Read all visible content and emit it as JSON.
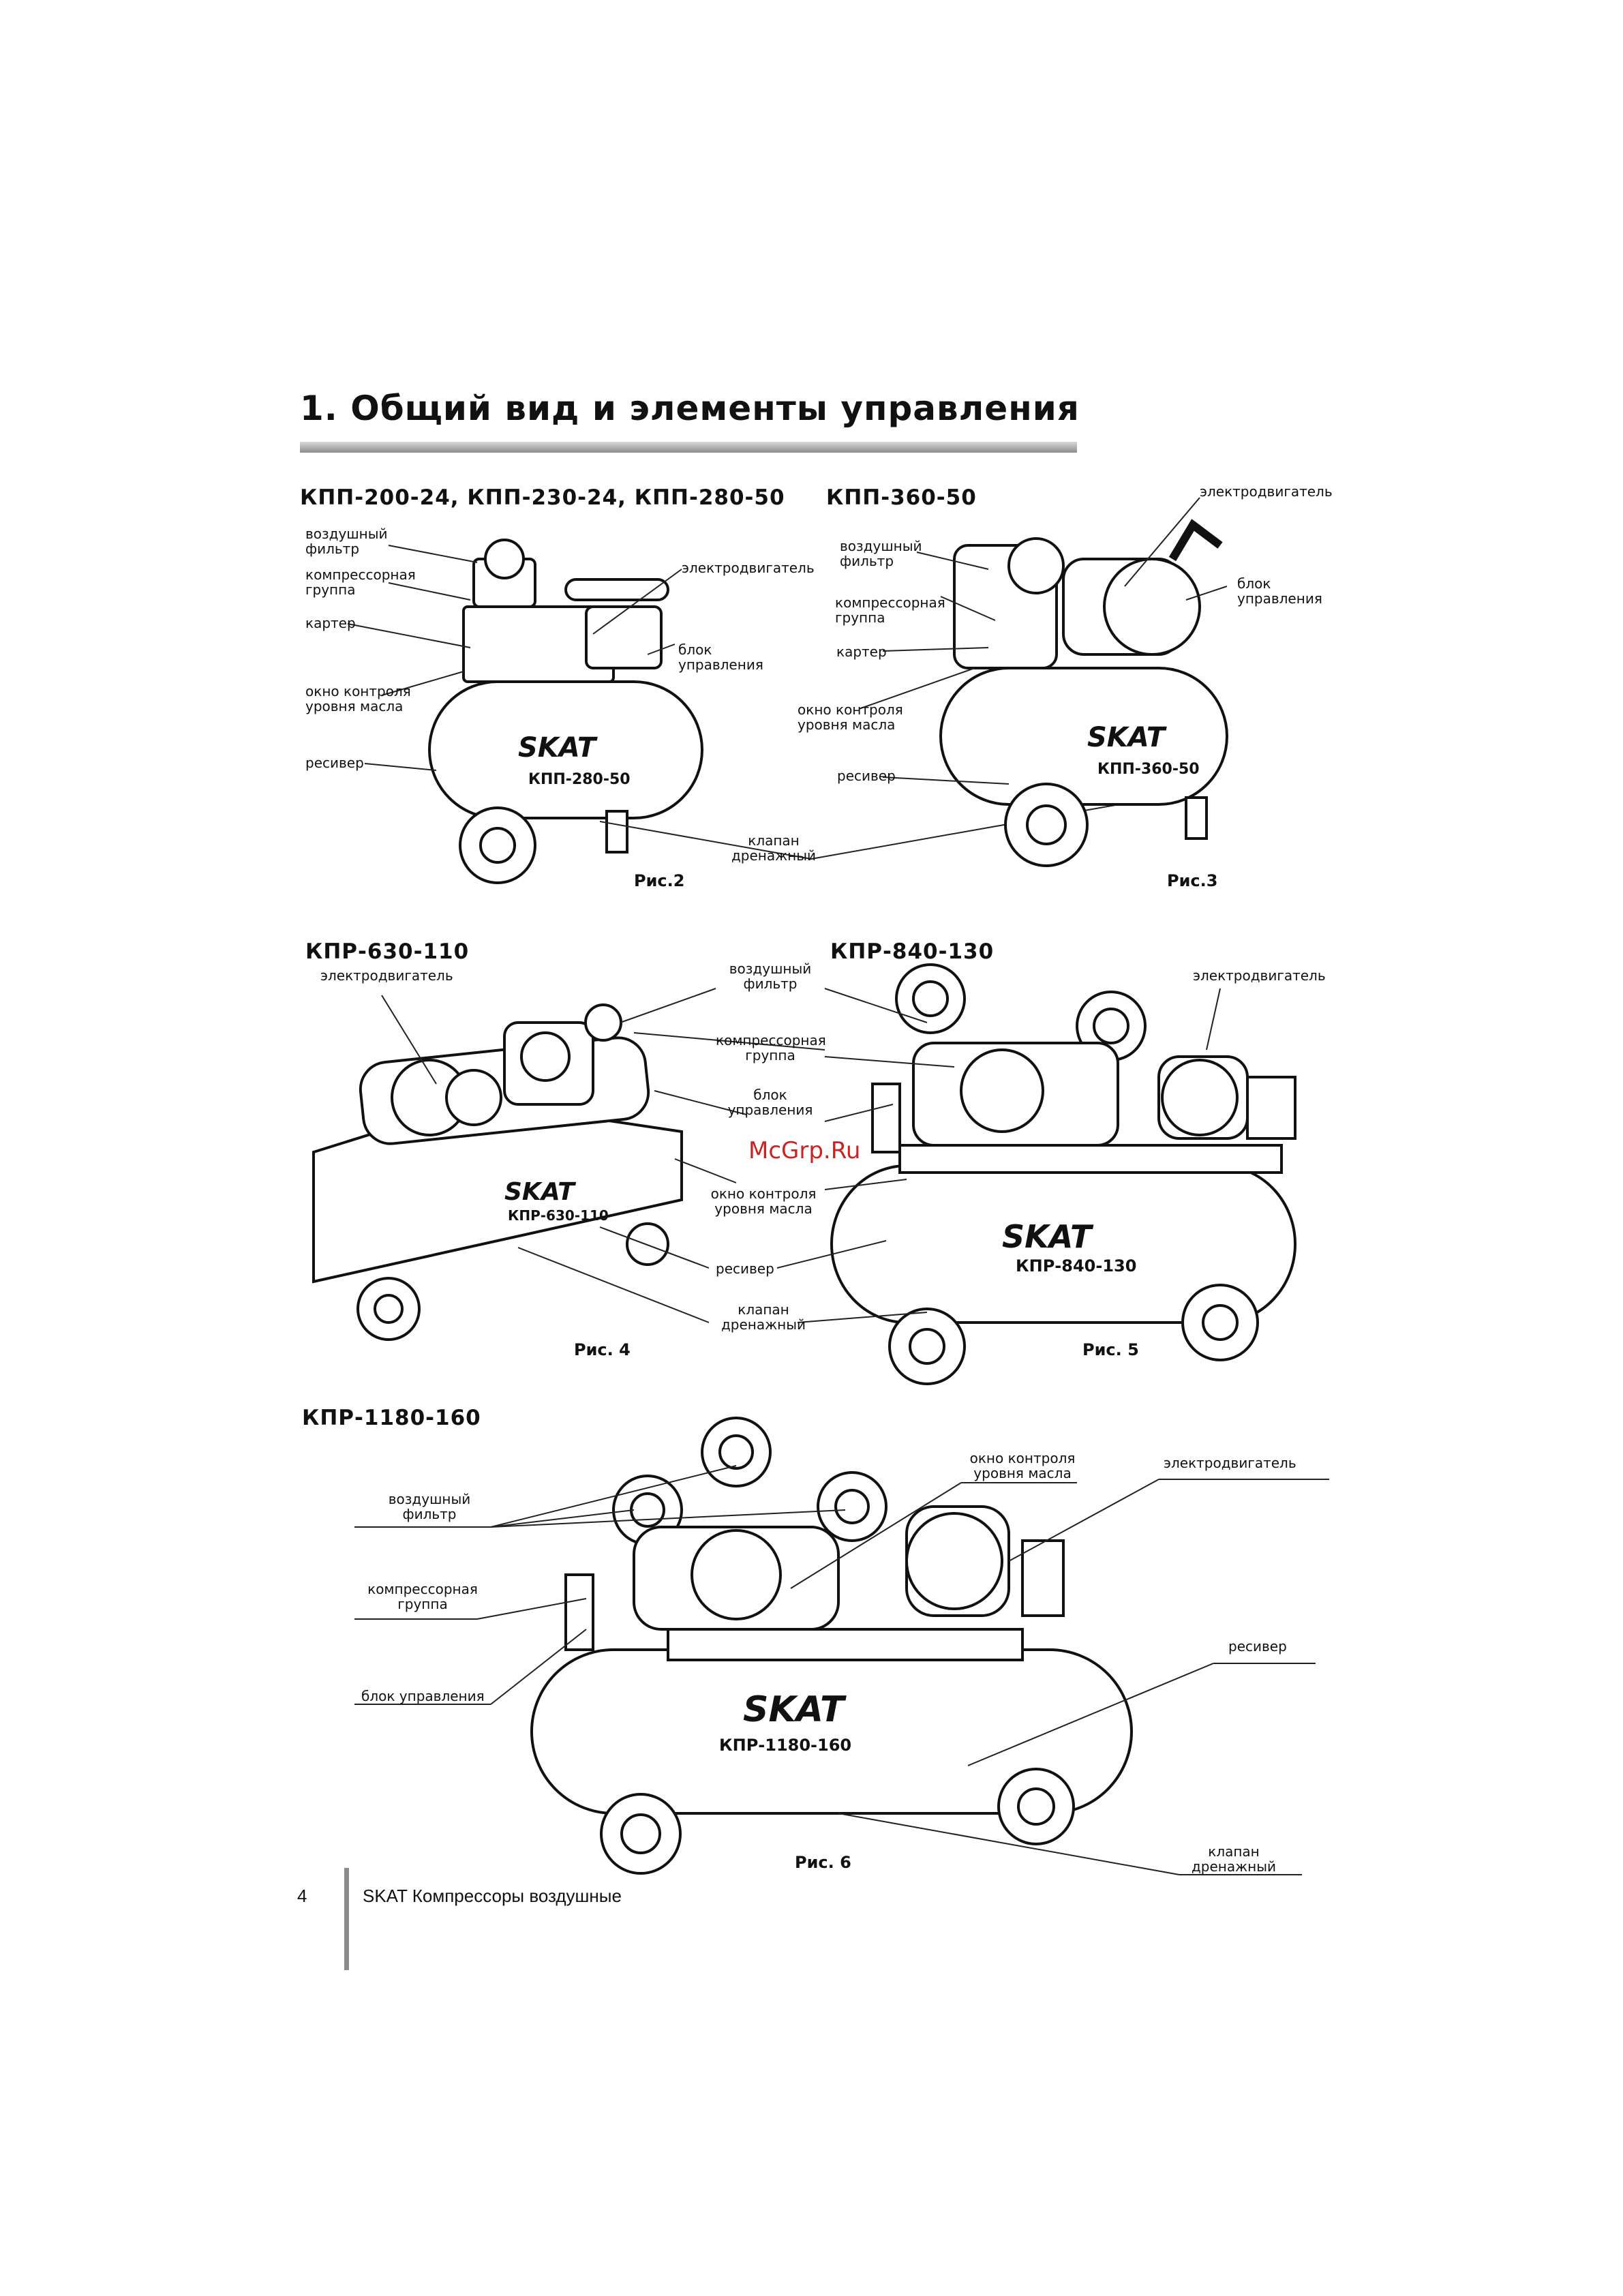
{
  "header": {
    "title": "1. Общий вид и элементы управления"
  },
  "watermark": "McGrp.Ru",
  "brand": "SKAT",
  "sections": {
    "fig2": {
      "model": "КПП-200-24, КПП-230-24, КПП-280-50",
      "fig": "Рис.2",
      "plate": "КПП-280-50",
      "labels": {
        "filter": [
          "воздушный",
          "фильтр"
        ],
        "group": [
          "компрессорная",
          "группа"
        ],
        "crankcase": "картер",
        "oil": [
          "окно контроля",
          "уровня масла"
        ],
        "receiver": "ресивер",
        "motor": "электродвигатель",
        "control": [
          "блок",
          "управления"
        ],
        "drain": [
          "клапан",
          "дренажный"
        ]
      }
    },
    "fig3": {
      "model": "КПП-360-50",
      "fig": "Рис.3",
      "plate": "КПП-360-50",
      "labels": {
        "motor": "электродвигатель",
        "filter": [
          "воздушный",
          "фильтр"
        ],
        "control": [
          "блок",
          "управления"
        ],
        "group": [
          "компрессорная",
          "группа"
        ],
        "crankcase": "картер",
        "oil": [
          "окно контроля",
          "уровня масла"
        ],
        "receiver": "ресивер"
      }
    },
    "fig4": {
      "model": "КПР-630-110",
      "fig": "Рис. 4",
      "plate": "КПР-630-110",
      "labels": {
        "motor": "электродвигатель"
      }
    },
    "fig5": {
      "model": "КПР-840-130",
      "fig": "Рис. 5",
      "plate": "КПР-840-130",
      "labels": {
        "motor": "электродвигатель"
      }
    },
    "shared45": {
      "filter": [
        "воздушный",
        "фильтр"
      ],
      "group": [
        "компрессорная",
        "группа"
      ],
      "control": [
        "блок",
        "управления"
      ],
      "oil": [
        "окно контроля",
        "уровня масла"
      ],
      "receiver": "ресивер",
      "drain": [
        "клапан",
        "дренажный"
      ]
    },
    "fig6": {
      "model": "КПР-1180-160",
      "fig": "Рис. 6",
      "plate": "КПР-1180-160",
      "labels": {
        "filter": [
          "воздушный",
          "фильтр"
        ],
        "group": [
          "компрессорная",
          "группа"
        ],
        "control": "блок управления",
        "oil": [
          "окно контроля",
          "уровня масла"
        ],
        "motor": "электродвигатель",
        "receiver": "ресивер",
        "drain": [
          "клапан",
          "дренажный"
        ]
      }
    }
  },
  "footer": {
    "page": "4",
    "text": "SKAT Компрессоры воздушные"
  }
}
